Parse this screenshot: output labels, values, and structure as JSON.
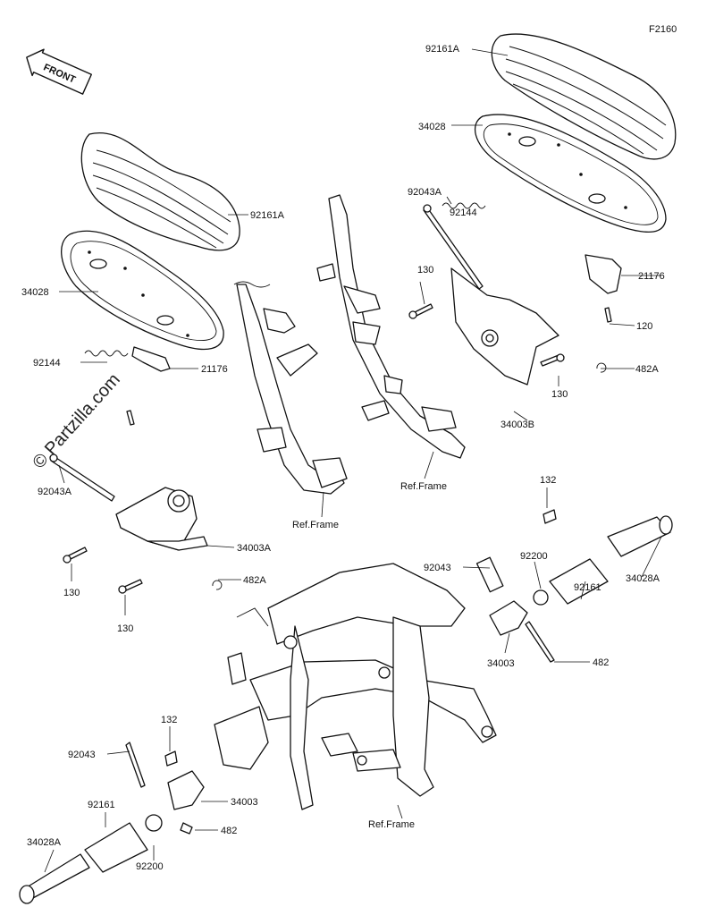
{
  "diagram_code": "F2160",
  "front_label": "FRONT",
  "watermark": "© Partzilla.com",
  "refs": {
    "ref_frame_upper_right": "Ref.Frame",
    "ref_frame_middle": "Ref.Frame",
    "ref_frame_bottom": "Ref.Frame"
  },
  "labels": {
    "l_92161A_top": "92161A",
    "l_34028_right": "34028",
    "l_92043A_right": "92043A",
    "l_92144_right": "92144",
    "l_130_right_upper": "130",
    "l_21176_right": "21176",
    "l_120": "120",
    "l_482A_right": "482A",
    "l_130_right_lower": "130",
    "l_34003B": "34003B",
    "l_92161A_left": "92161A",
    "l_34028_left": "34028",
    "l_92144_left": "92144",
    "l_21176_left": "21176",
    "l_92043A_left": "92043A",
    "l_34003A": "34003A",
    "l_130_left_a": "130",
    "l_482A_left": "482A",
    "l_130_left_b": "130",
    "l_132_right": "132",
    "l_92043_right": "92043",
    "l_92200_right": "92200",
    "l_34028A_right": "34028A",
    "l_92161_right": "92161",
    "l_34003_right": "34003",
    "l_482_right": "482",
    "l_132_left": "132",
    "l_92043_left": "92043",
    "l_34003_left": "34003",
    "l_92161_left": "92161",
    "l_34028A_left": "34028A",
    "l_482_left": "482",
    "l_92200_left": "92200"
  }
}
